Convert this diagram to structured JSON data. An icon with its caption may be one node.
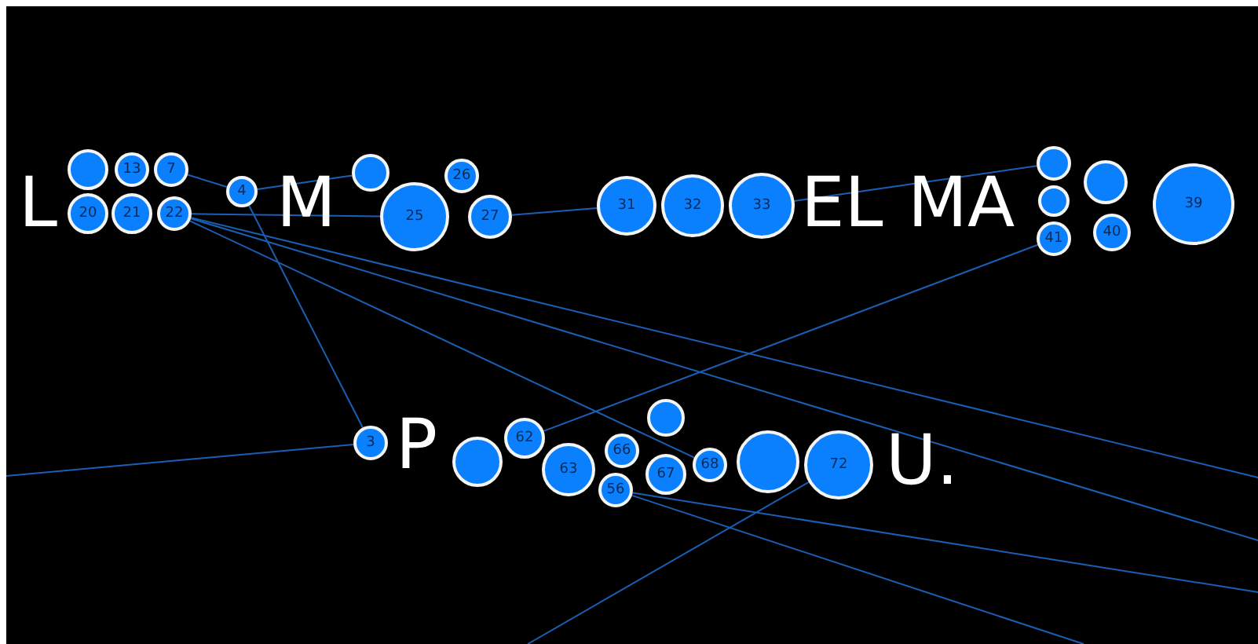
{
  "diagram": {
    "nodes": [
      {
        "text": [],
        "shape": "circle"
      },
      {
        "text": [
          "13"
        ]
      },
      {
        "text": [
          "7"
        ]
      },
      {
        "text": [
          "20"
        ]
      },
      {
        "text": [
          "21"
        ]
      },
      {
        "text": [
          "22"
        ]
      },
      {
        "text": [
          "4"
        ]
      },
      {
        "text": [],
        "shape": "circle"
      },
      {
        "text": [
          "25"
        ]
      },
      {
        "text": [
          "26"
        ]
      },
      {
        "text": [
          "27"
        ]
      },
      {
        "text": [
          "31"
        ]
      },
      {
        "text": [
          "32"
        ]
      },
      {
        "text": [
          "33"
        ]
      },
      {
        "text": [],
        "shape": "circle"
      },
      {
        "text": [],
        "shape": "circle"
      },
      {
        "text": [
          "41"
        ]
      },
      {
        "text": [],
        "shape": "circle"
      },
      {
        "text": [
          "40"
        ]
      },
      {
        "text": [
          "39"
        ]
      },
      {
        "text": [
          "3"
        ]
      },
      {
        "text": [],
        "shape": "circle"
      },
      {
        "text": [
          "62"
        ]
      },
      {
        "text": [
          "63"
        ]
      },
      {
        "text": [
          "56"
        ]
      },
      {
        "text": [
          "66"
        ]
      },
      {
        "text": [],
        "shape": "circle"
      },
      {
        "text": [
          "67"
        ]
      },
      {
        "text": [
          "68"
        ]
      },
      {
        "text": [],
        "shape": "circle"
      },
      {
        "text": [
          "72"
        ]
      }
    ],
    "edges": [
      {
        "from": 2,
        "to": 6,
        "arrow": "none"
      },
      {
        "from": 6,
        "to": 7,
        "arrow": "none"
      },
      {
        "from": 5,
        "to": 8,
        "arrow": "none"
      },
      {
        "from": 10,
        "to": 11,
        "arrow": "none"
      },
      {
        "from": 13,
        "to": 14,
        "arrow": "none"
      },
      {
        "from": 6,
        "to": 20,
        "arrow": "none"
      },
      {
        "from": null,
        "to": 20,
        "arrow": "none"
      },
      {
        "from": 16,
        "to": 22,
        "arrow": "none"
      },
      {
        "from": 5,
        "to": null,
        "arrow": "none"
      },
      {
        "from": 5,
        "to": 28,
        "arrow": "none"
      },
      {
        "from": 24,
        "to": null,
        "arrow": "none"
      },
      {
        "from": 24,
        "to": null,
        "arrow": "none"
      },
      {
        "from": 30,
        "to": null,
        "arrow": "none"
      },
      {
        "from": 5,
        "to": null,
        "arrow": "none"
      }
    ],
    "labels": [
      "L",
      "M",
      "EL",
      "MA",
      "P",
      "U."
    ]
  }
}
